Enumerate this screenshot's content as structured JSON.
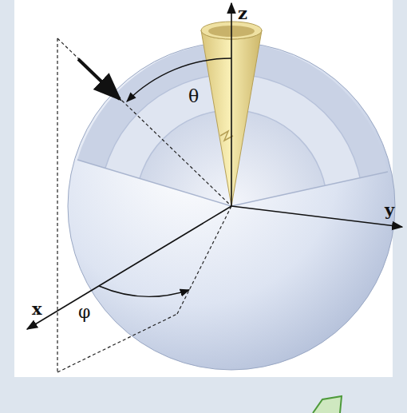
{
  "diagram": {
    "labels": [
      "z",
      "θ",
      "x",
      "φ",
      "y"
    ]
  }
}
